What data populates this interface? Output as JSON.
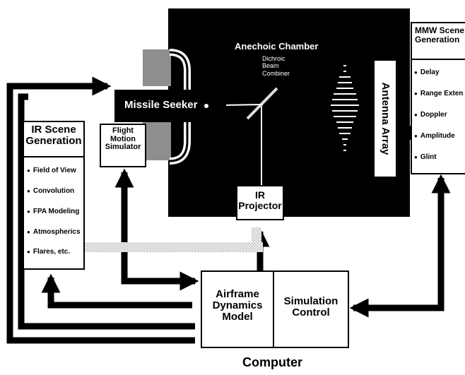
{
  "chamber": {
    "title": "Anechoic Chamber"
  },
  "seeker": {
    "label": "Missile Seeker"
  },
  "combiner": {
    "line1": "Dichroic",
    "line2": "Beam",
    "line3": "Combiner"
  },
  "fms": {
    "line1": "Flight",
    "line2": "Motion",
    "line3": "Simulator"
  },
  "ir_scene": {
    "title1": "IR Scene",
    "title2": "Generation",
    "items": [
      "Field of View",
      "Convolution",
      "FPA Modeling",
      "Atmospherics",
      "Flares, etc."
    ]
  },
  "ir_projector": {
    "line1": "IR",
    "line2": "Projector"
  },
  "antenna": {
    "label": "Antenna Array"
  },
  "mmw": {
    "title1": "MMW Scene",
    "title2": "Generation",
    "items": [
      "Delay",
      "Range Exten",
      "Doppler",
      "Amplitude",
      "Glint"
    ]
  },
  "airframe": {
    "line1": "Airframe",
    "line2": "Dynamics",
    "line3": "Model"
  },
  "simctl": {
    "line1": "Simulation",
    "line2": "Control"
  },
  "computer": {
    "label": "Computer"
  }
}
